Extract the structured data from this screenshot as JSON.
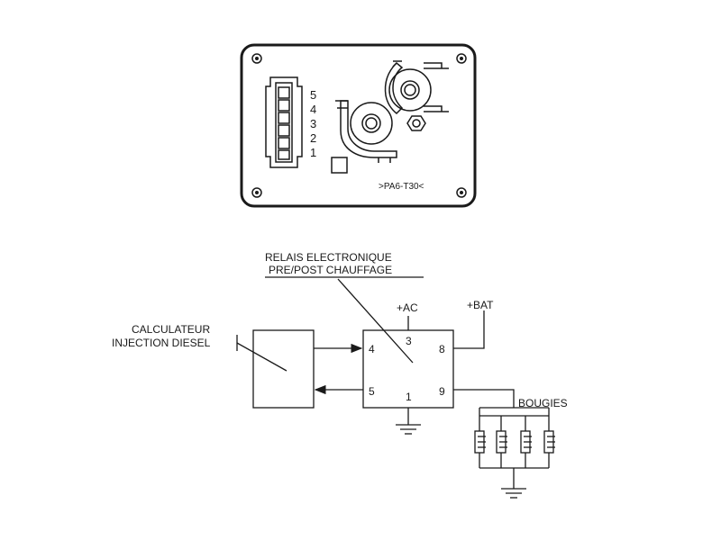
{
  "module": {
    "connector_pins": [
      "5",
      "4",
      "3",
      "2",
      "1"
    ],
    "part_code": ">PA6-T30<"
  },
  "schematic": {
    "relay_title_line1": "RELAIS ELECTRONIQUE",
    "relay_title_line2": "PRE/POST CHAUFFAGE",
    "ecu_label_line1": "CALCULATEUR",
    "ecu_label_line2": "INJECTION DIESEL",
    "ac_label": "+AC",
    "bat_label": "+BAT",
    "glow_plugs_label": "BOUGIES",
    "relay_pins": {
      "pin3": "3",
      "pin4": "4",
      "pin5": "5",
      "pin1": "1",
      "pin8": "8",
      "pin9": "9"
    }
  }
}
